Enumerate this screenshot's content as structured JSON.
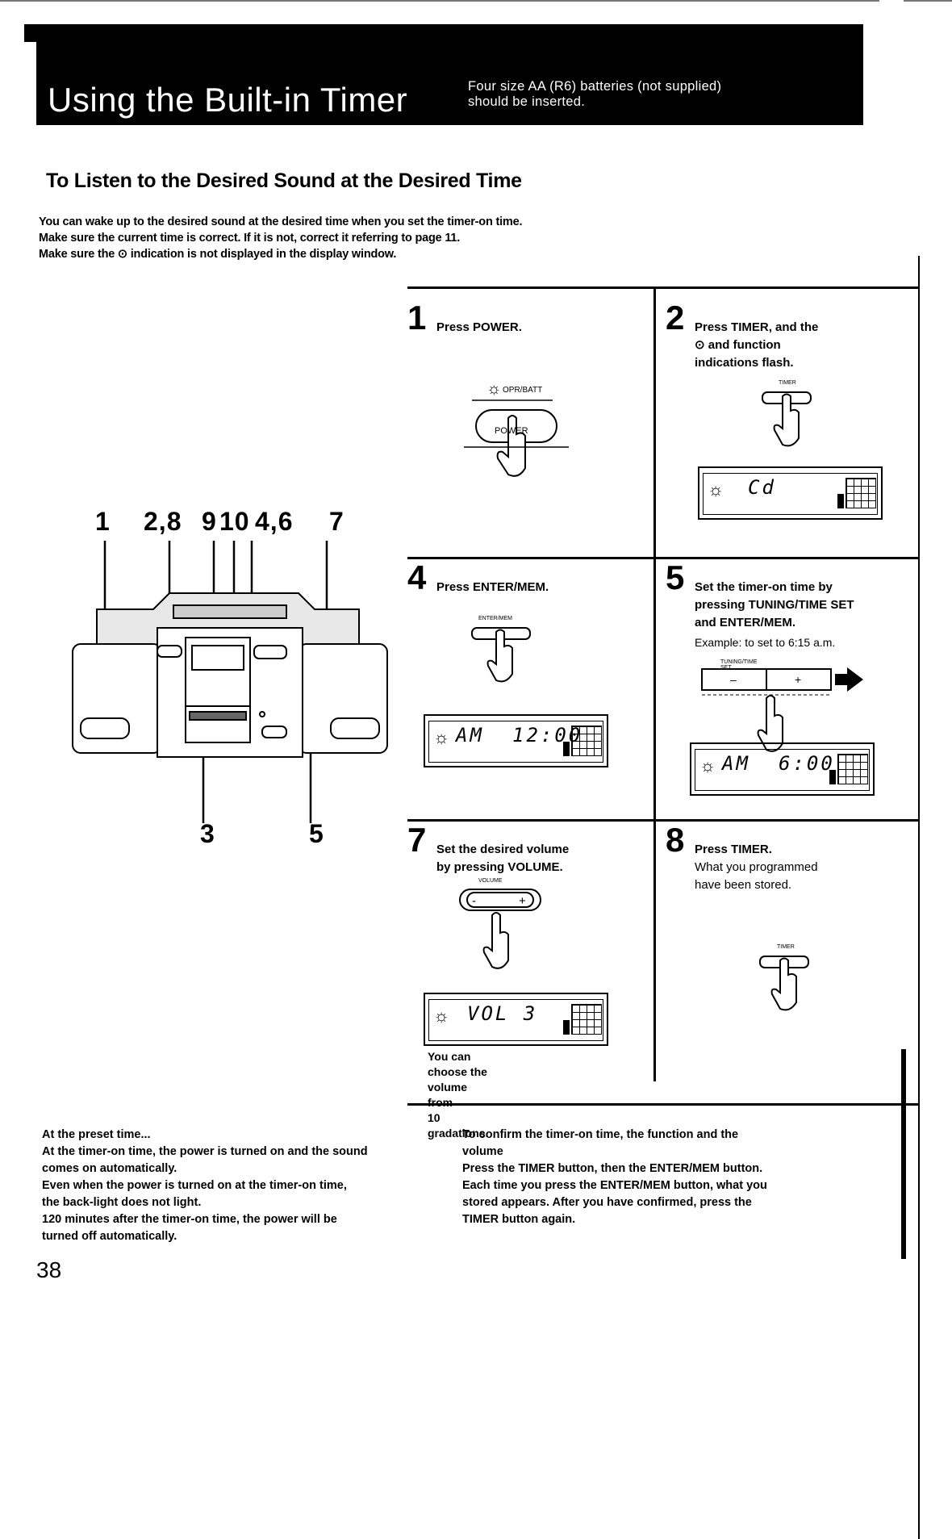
{
  "header": {
    "title": "Using the Built-in Timer",
    "subtitle_line1": "Four size AA (R6) batteries (not supplied)",
    "subtitle_line2": "should be inserted."
  },
  "section": {
    "title": "To Listen to the Desired Sound at the Desired Time",
    "intro": [
      "You can wake up to the desired sound at the desired time when you set the timer-on time.",
      "Make sure the current time is correct. If it is not, correct it referring to page 11.",
      "Make sure the ⊙ indication is not displayed in the display window."
    ]
  },
  "diagram": {
    "callouts_top": [
      "1",
      "2,8",
      "9",
      "10",
      "4,6",
      "7"
    ],
    "callouts_bottom": [
      "3",
      "5"
    ]
  },
  "steps": [
    {
      "num": "1",
      "lines": [
        "Press POWER."
      ],
      "button": "POWER",
      "indicator": "OPR/BATT"
    },
    {
      "num": "2",
      "lines": [
        "Press TIMER, and the",
        "⊙ and function",
        "indications flash."
      ],
      "button": "TIMER",
      "display": "Cd"
    },
    {
      "num": "4",
      "lines": [
        "Press ENTER/MEM."
      ],
      "button": "ENTER/MEM",
      "display_prefix": "AM",
      "display": "12:00"
    },
    {
      "num": "5",
      "lines": [
        "Set the timer-on time by",
        "pressing TUNING/TIME SET",
        "and ENTER/MEM."
      ],
      "example": "Example: to set to 6:15 a.m.",
      "button": "TUNING/TIME SET",
      "display_prefix": "AM",
      "display": "6:00"
    },
    {
      "num": "7",
      "lines": [
        "Set the desired volume",
        "by pressing VOLUME."
      ],
      "button": "VOLUME",
      "display": "VOL 3",
      "note_lines": [
        "You can choose the volume from",
        "10 gradations."
      ]
    },
    {
      "num": "8",
      "lines": [
        "Press TIMER."
      ],
      "detail_lines": [
        "What you programmed",
        "have been stored."
      ],
      "button": "TIMER"
    }
  ],
  "notes": {
    "left": {
      "heading": "At the preset time...",
      "lines": [
        "At the timer-on time, the power is turned on and the sound",
        "comes on automatically.",
        "Even when the power is turned on at the timer-on time,",
        "the back-light does not light.",
        "120 minutes after the timer-on time, the power will be",
        "turned off automatically."
      ]
    },
    "right": {
      "heading_lines": [
        "To confirm the timer-on time, the function and the",
        "volume"
      ],
      "lines": [
        "Press the TIMER button, then the ENTER/MEM button.",
        "Each time you press the ENTER/MEM button, what you",
        "stored appears. After you have confirmed, press the",
        "TIMER button again."
      ]
    }
  },
  "page_number": "38"
}
